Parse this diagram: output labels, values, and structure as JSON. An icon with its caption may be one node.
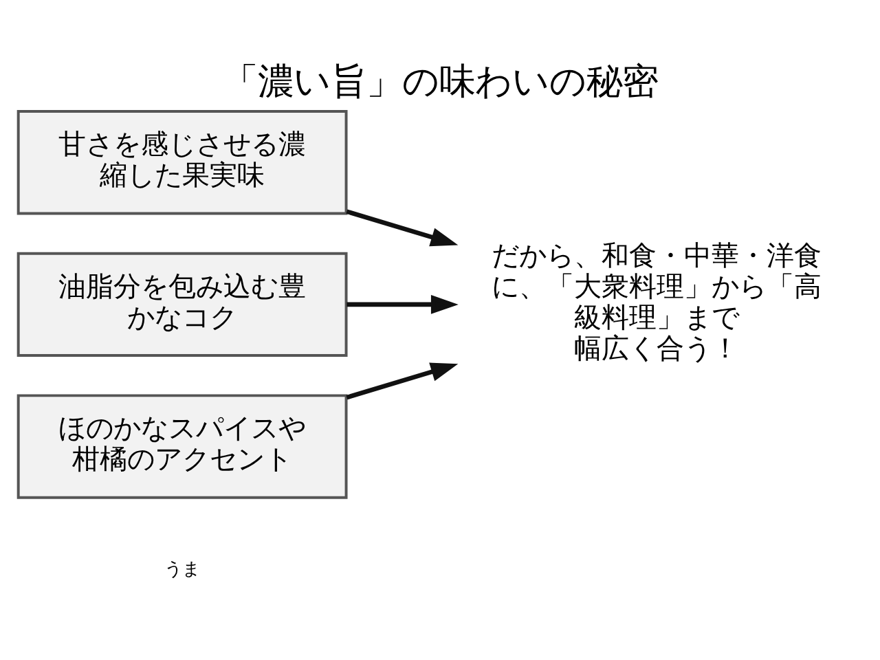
{
  "diagram": {
    "title": "「濃い旨」の味わいの秘密",
    "nodes": [
      {
        "text": [
          "甘さを感じさせる濃縮した果実味"
        ]
      },
      {
        "text": [
          "油脂分を包み込む豊かなコク"
        ]
      },
      {
        "text": [
          "ほのかなスパイスや柑橘のアクセント"
        ]
      },
      {
        "text": [
          "だから、和食・中華・洋食に、「大衆料理」から「高級料理」まで",
          "幅広く合う！"
        ]
      }
    ],
    "edges": [
      {
        "from": 0,
        "to": 3,
        "arrow": "to"
      },
      {
        "from": 1,
        "to": 3,
        "arrow": "to"
      },
      {
        "from": 2,
        "to": 3,
        "arrow": "to"
      }
    ],
    "labels": [
      "うま"
    ]
  }
}
